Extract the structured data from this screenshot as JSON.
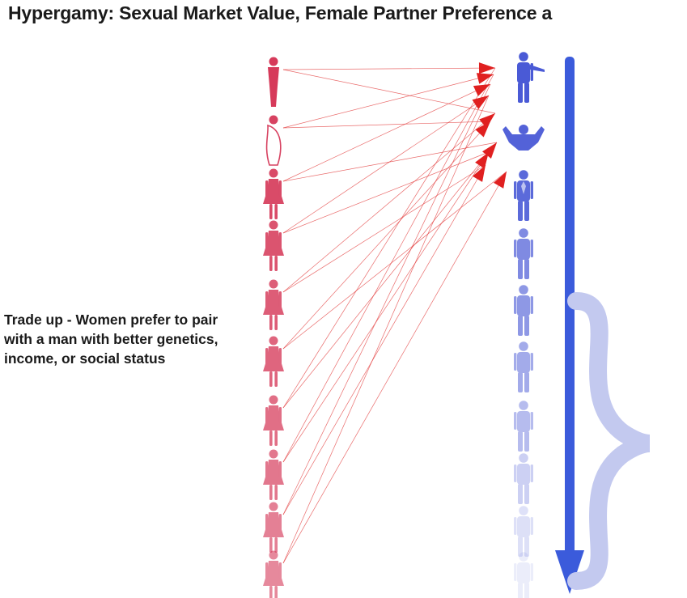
{
  "title": "Hypergamy: Sexual Market Value, Female Partner Preference a",
  "caption": {
    "lines": [
      "Trade up - Women prefer to pair",
      "with a man with better genetics,",
      "income, or social status"
    ]
  },
  "colors": {
    "female": "#d63a5a",
    "male": "#4a5ad6",
    "line": "#e23a3a",
    "arrowhead": "#e02020",
    "axis_arrow": "#3b5bdb",
    "brace": "#c3c9ef"
  },
  "icons": {
    "female_column": [
      "woman-icon",
      "woman-icon",
      "woman-icon",
      "woman-icon",
      "woman-icon",
      "woman-icon",
      "woman-icon",
      "woman-icon",
      "woman-icon",
      "woman-icon"
    ],
    "male_column": [
      "businessman-icon",
      "muscleman-icon",
      "suited-man-icon",
      "man-icon",
      "man-icon",
      "man-icon",
      "man-icon",
      "man-icon",
      "man-icon",
      "man-icon"
    ]
  }
}
